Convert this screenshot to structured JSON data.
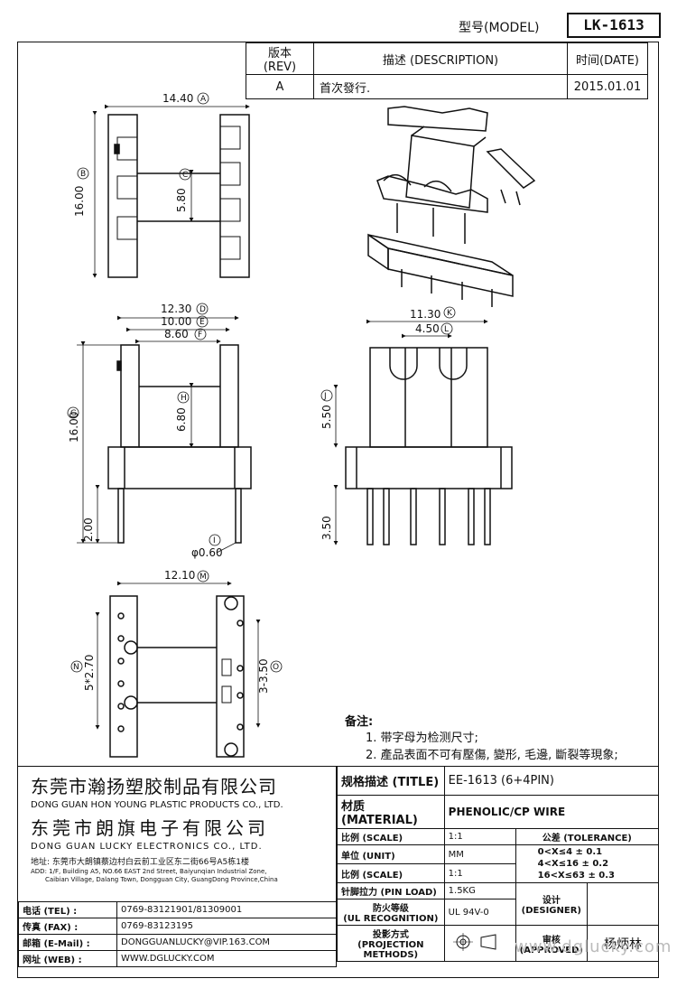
{
  "header": {
    "model_label": "型号(MODEL)",
    "model_value": "LK-1613"
  },
  "revision": {
    "headers": {
      "rev": "版本(REV)",
      "desc": "描述 (DESCRIPTION)",
      "date": "时间(DATE)"
    },
    "row": {
      "rev": "A",
      "desc": "首次發行.",
      "date": "2015.01.01"
    }
  },
  "dimensions": {
    "A": "14.40",
    "B": "16.00",
    "C": "5.80",
    "D": "12.30",
    "E": "10.00",
    "F": "8.60",
    "G": "16.00",
    "H": "6.80",
    "pin_len": "2.00",
    "I": "φ0.60",
    "K": "11.30",
    "L": "4.50",
    "J": "5.50",
    "pin_b": "3.50",
    "M": "12.10",
    "N": "5*2.70",
    "O": "3-3.50"
  },
  "dim_letters": {
    "A": "A",
    "B": "B",
    "C": "C",
    "D": "D",
    "E": "E",
    "F": "F",
    "G": "G",
    "H": "H",
    "I": "I",
    "K": "K",
    "L": "L",
    "J": "J",
    "M": "M",
    "N": "N",
    "O": "O"
  },
  "notes": {
    "title": "备注:",
    "item1": "1. 带字母为检测尺寸;",
    "item2": "2. 產品表面不可有壓傷, 變形, 毛邊, 斷裂等現象;"
  },
  "company": {
    "cn1": "东莞市瀚扬塑胶制品有限公司",
    "en1": "DONG GUAN HON YOUNG PLASTIC PRODUCTS CO., LTD.",
    "cn2": "东莞市朗旗电子有限公司",
    "en2": "DONG GUAN LUCKY ELECTRONICS CO., LTD.",
    "addr_cn": "地址: 东莞市大朗镇蔡边村白云前工业区东二街66号A5栋1楼",
    "addr_en1": "ADD: 1/F, Building A5, NO.66 EAST 2nd Street, Baiyunqian Industrial Zone,",
    "addr_en2": "Caibian Village, Dalang Town, Dongguan City, GuangDong Province,China"
  },
  "contacts": [
    {
      "label": "电话 (TEL) :",
      "value": "0769-83121901/81309001"
    },
    {
      "label": "传真 (FAX) :",
      "value": "0769-83123195"
    },
    {
      "label": "邮箱 (E-Mail) :",
      "value": "DONGGUANLUCKY@VIP.163.COM"
    },
    {
      "label": "网址 (WEB) :",
      "value": "WWW.DGLUCKY.COM"
    }
  ],
  "title_block": {
    "title_label": "规格描述 (TITLE)",
    "title_value": "EE-1613 (6+4PIN)",
    "material_label": "材质 (MATERIAL)",
    "material_value": "PHENOLIC/CP WIRE",
    "scale_label": "比例 (SCALE)",
    "scale_value": "1:1",
    "tol_label": "公差 (TOLERANCE)",
    "unit_label": "单位 (UNIT)",
    "unit_value": "MM",
    "scale2_label": "比例 (SCALE)",
    "scale2_value": "1:1",
    "tol1": "0<X≤4      ± 0.1",
    "tol2": "4<X≤16    ± 0.2",
    "tol3": "16<X≤63  ± 0.3",
    "pin_label": "针脚拉力 (PIN LOAD)",
    "pin_value": "1.5KG",
    "fire_label1": "防火等级",
    "fire_label2": "(UL RECOGNITION)",
    "fire_value": "UL 94V-0",
    "designer_label1": "设计",
    "designer_label2": "(DESIGNER)",
    "proj_label1": "投影方式",
    "proj_label2": "(PROJECTION METHODS)",
    "approved_label1": "审核",
    "approved_label2": "(APPROVED)",
    "approved_value": "杨炳林"
  },
  "watermark": "www.dglucky.com"
}
